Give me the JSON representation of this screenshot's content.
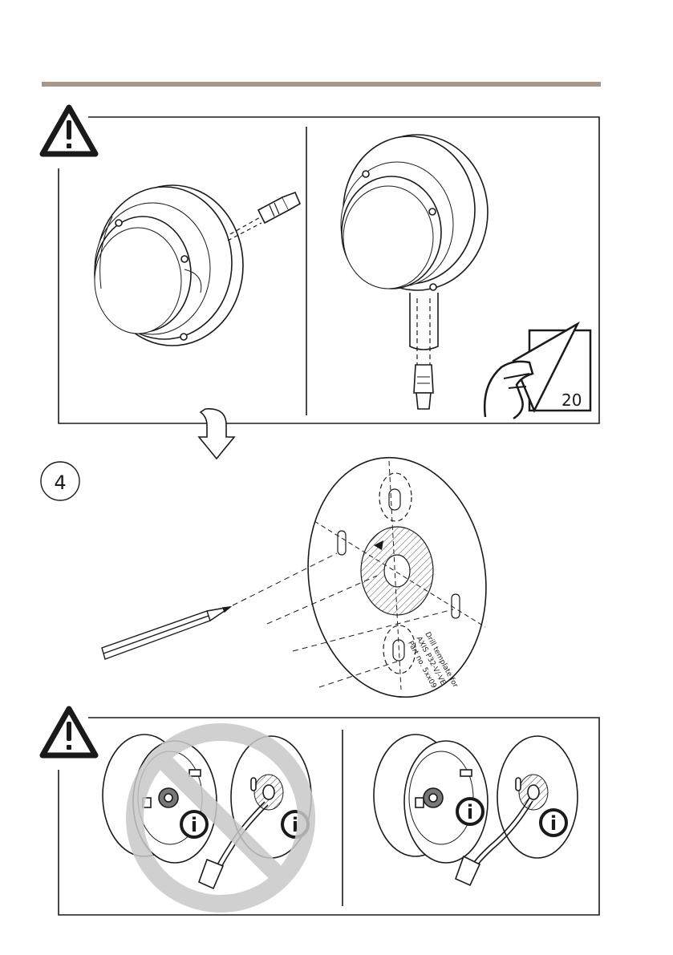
{
  "header_rule_color": "#a8968a",
  "ink_color": "#1a1a1a",
  "prohibit_color": "#c8c8c8",
  "section_top": {
    "warning_icon": "warning-triangle-icon",
    "peel_sticker_number": "20"
  },
  "section_middle": {
    "step_number": "4",
    "template_text": {
      "line1": "Drill template for",
      "line2": "AXIS P32-V/-VE",
      "line3": "Part no. 5xx09"
    }
  },
  "section_bottom": {
    "warning_icon": "warning-triangle-icon",
    "info_marker": "i",
    "prohibit_icon": "no-symbol-icon"
  }
}
